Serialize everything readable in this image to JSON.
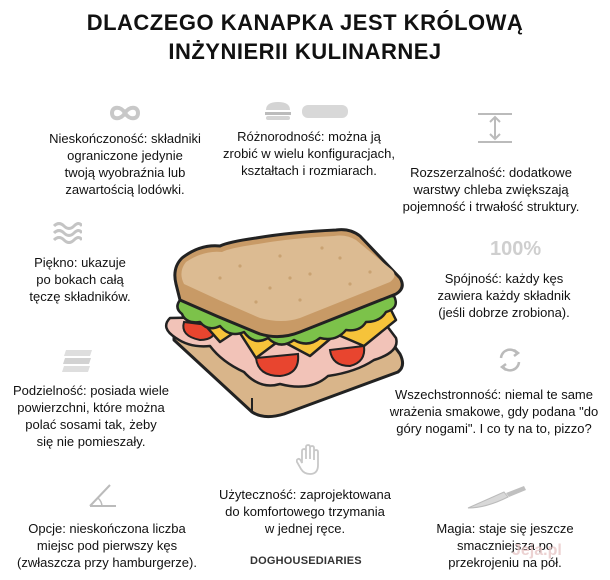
{
  "title": {
    "line1": "DLACZEGO KANAPKA JEST KRÓLOWĄ",
    "line2": "INŻYNIERII KULINARNEJ"
  },
  "items": {
    "infinity": {
      "icon": "infinity-icon",
      "l1": "Nieskończoność: składniki",
      "l2": "ograniczone jedynie",
      "l3": "twoją wyobraźnia lub",
      "l4": "zawartością lodówki."
    },
    "variety": {
      "icon": "burger-and-roll-icon",
      "l1": "Różnorodność: można ją",
      "l2": "zrobić w wielu konfiguracjach,",
      "l3": "kształtach i rozmiarach."
    },
    "expand": {
      "icon": "expand-height-icon",
      "l1": "Rozszerzalność: dodatkowe",
      "l2": "warstwy chleba zwiększają",
      "l3": "pojemność i trwałość struktury."
    },
    "beauty": {
      "icon": "wave-icon",
      "l1": "Piękno: ukazuje",
      "l2": "po bokach całą",
      "l3": "tęczę składników."
    },
    "consistency": {
      "icon": "percent-100-icon",
      "badge": "100%",
      "l1": "Spójność: każdy kęs",
      "l2": "zawiera każdy składnik",
      "l3": "(jeśli dobrze zrobiona)."
    },
    "divisibility": {
      "icon": "layers-icon",
      "l1": "Podzielność: posiada wiele",
      "l2": "powierzchni, które można",
      "l3": "polać sosami tak, żeby",
      "l4": "się nie pomieszały."
    },
    "versatility": {
      "icon": "rotate-icon",
      "l1": "Wszechstronność: niemal te same",
      "l2": "wrażenia smakowe, gdy podana \"do",
      "l3": "góry nogami\". I co ty na to, pizzo?"
    },
    "usability": {
      "icon": "hand-icon",
      "l1": "Użyteczność: zaprojektowana",
      "l2": "do komfortowego trzymania",
      "l3": "w jednej ręce."
    },
    "options": {
      "icon": "angle-icon",
      "l1": "Opcje: nieskończona liczba",
      "l2": "miejsc pod pierwszy kęs",
      "l3": "(zwłaszcza przy hamburgerze)."
    },
    "magic": {
      "icon": "knife-icon",
      "l1": "Magia: staje się jeszcze",
      "l2": "smaczniejsza po",
      "l3": "przekrojeniu na pół."
    }
  },
  "footer": "DOGHOUSEDIARIES",
  "watermark": "Jeja.pl"
}
